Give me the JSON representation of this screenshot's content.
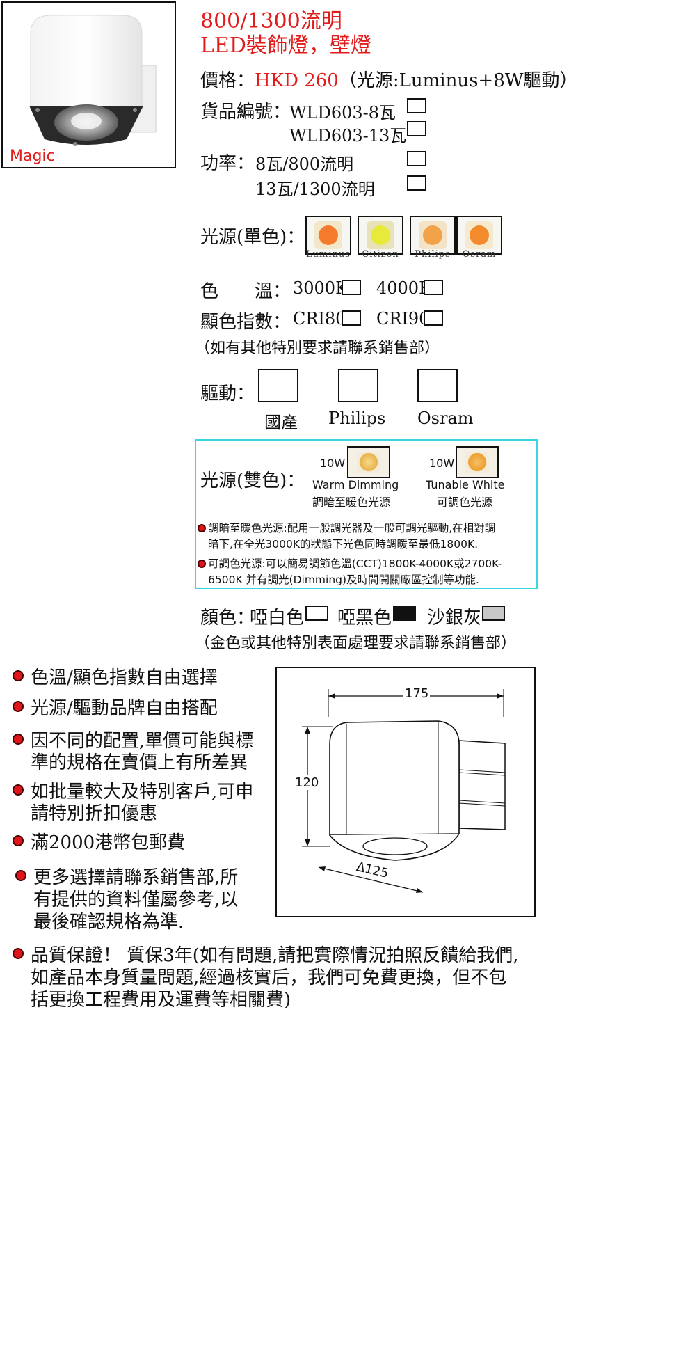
{
  "product": {
    "photo_label": "Magic",
    "title_line1": "800/1300流明",
    "title_line2": "LED裝飾燈，壁燈"
  },
  "price": {
    "label": "價格：",
    "value": "HKD 260",
    "note": "（光源:Luminus+8W驅動）"
  },
  "item_no": {
    "label": "貨品編號：",
    "options": [
      "WLD603-8瓦",
      "WLD603-13瓦"
    ]
  },
  "power": {
    "label": "功率：",
    "options": [
      "8瓦/800流明",
      "13瓦/1300流明"
    ]
  },
  "light_single": {
    "label": "光源(單色)：",
    "brands": [
      "Luminus",
      "Citizen",
      "Philips",
      "Osram"
    ]
  },
  "color_temp": {
    "label": "色　　溫：",
    "options": [
      "3000K",
      "4000K"
    ]
  },
  "cri": {
    "label": "顯色指數：",
    "options": [
      "CRI80",
      "CRI90"
    ]
  },
  "special_note": "（如有其他特別要求請聯系銷售部）",
  "driver": {
    "label": "驅動：",
    "options": [
      "國產",
      "Philips",
      "Osram"
    ]
  },
  "light_dual": {
    "label": "光源(雙色)：",
    "items": [
      {
        "watt": "10W",
        "name": "Warm Dimming",
        "zh": "調暗至暖色光源"
      },
      {
        "watt": "10W",
        "name": "Tunable White",
        "zh": "可調色光源"
      }
    ],
    "notes": [
      "調暗至暖色光源:配用一般調光器及一般可調光驅動,在相對調",
      "暗下,在全光3000K的狀態下光色同時調暖至最低1800K.",
      "可調色光源:可以簡易調節色溫(CCT)1800K-4000K或2700K-",
      "6500K 并有調光(Dimming)及時間開關廠區控制等功能."
    ]
  },
  "finish": {
    "label": "顏色：",
    "options": [
      "啞白色",
      "啞黑色",
      "沙銀灰"
    ],
    "note": "（金色或其他特別表面處理要求請聯系銷售部）"
  },
  "features": [
    "色溫/顯色指數自由選擇",
    "光源/驅動品牌自由搭配",
    "因不同的配置,單價可能與標",
    "準的規格在賣價上有所差異",
    "如批量較大及特別客戶,可申",
    "請特別折扣優惠",
    "滿2000港幣包郵費",
    "更多選擇請聯系銷售部,所",
    "有提供的資料僅屬參考,以",
    "最後確認規格為準."
  ],
  "warranty": [
    "品質保證！ 質保3年(如有問題,請把實際情況拍照反饋給我們,",
    "如產品本身質量問題,經過核實后，我們可免費更換，但不包",
    "括更換工程費用及運費等相關費)"
  ],
  "dimensions": {
    "width": "175",
    "height": "120",
    "depth": "Δ125"
  },
  "colors": {
    "accent_red": "#e21b1b",
    "cyan_border": "#39d7e6",
    "black_swatch": "#111111",
    "silver_swatch": "#c8c8c8"
  }
}
